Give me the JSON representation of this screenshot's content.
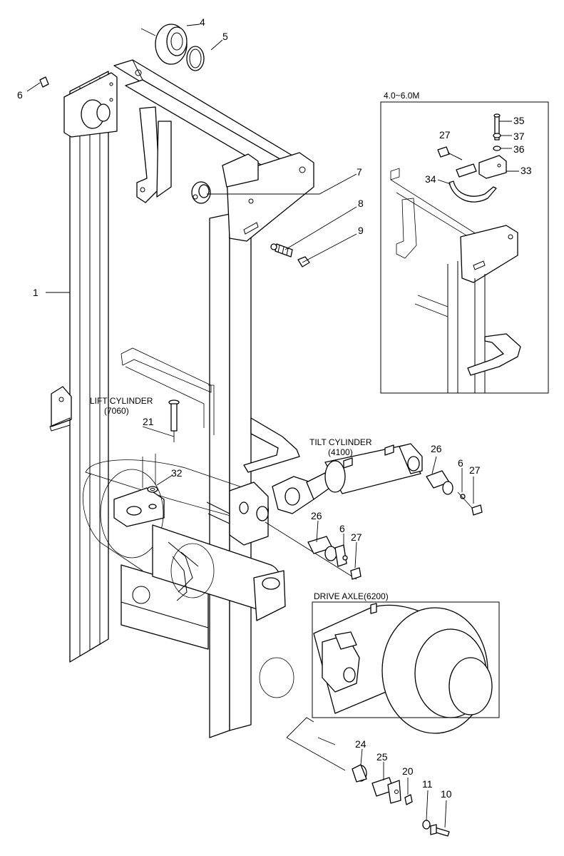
{
  "inset_title": "4.0~6.0M",
  "labels": {
    "lift_cylinder": "LIFT CYLINDER",
    "lift_cylinder_code": "(7060)",
    "tilt_cylinder": "TILT CYLINDER",
    "tilt_cylinder_code": "(4100)",
    "drive_axle": "DRIVE AXLE(6200)"
  },
  "callouts": {
    "c1": "1",
    "c4": "4",
    "c5": "5",
    "c6a": "6",
    "c6b": "6",
    "c6c": "6",
    "c7": "7",
    "c8": "8",
    "c9": "9",
    "c10": "10",
    "c11": "11",
    "c20": "20",
    "c21": "21",
    "c24": "24",
    "c25": "25",
    "c26a": "26",
    "c26b": "26",
    "c27a": "27",
    "c27b": "27",
    "c27c": "27",
    "c32": "32",
    "c33": "33",
    "c34": "34",
    "c35": "35",
    "c36": "36",
    "c37": "37"
  }
}
